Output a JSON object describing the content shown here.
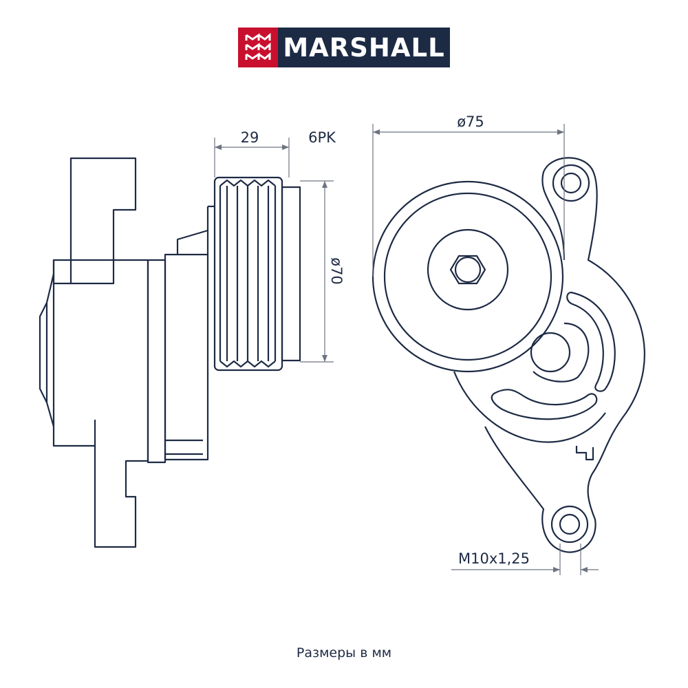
{
  "brand": {
    "name": "MARSHALL",
    "mark_letters": "M M M",
    "primary_color": "#1d2a44",
    "accent_color": "#c8102e"
  },
  "dimensions": {
    "pulley_width": "29",
    "belt_profile": "6PK",
    "pulley_diameter": "ø70",
    "outer_diameter": "ø75",
    "bolt_thread": "M10x1,25"
  },
  "footer": {
    "units_note": "Размеры в мм"
  }
}
